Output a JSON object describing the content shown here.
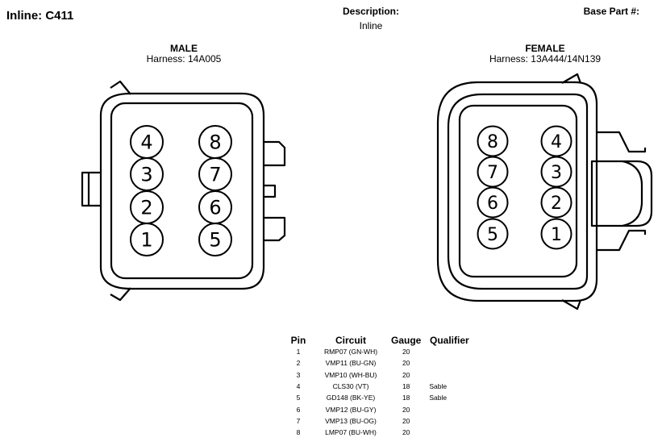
{
  "header": {
    "title": "Inline: C411",
    "description_label": "Description:",
    "description_value": "Inline",
    "base_part_label": "Base Part #:"
  },
  "male": {
    "title": "MALE",
    "harness": "Harness: 14A005",
    "pins_left": [
      "4",
      "3",
      "2",
      "1"
    ],
    "pins_right": [
      "8",
      "7",
      "6",
      "5"
    ]
  },
  "female": {
    "title": "FEMALE",
    "harness": "Harness: 13A444/14N139",
    "pins_left": [
      "8",
      "7",
      "6",
      "5"
    ],
    "pins_right": [
      "4",
      "3",
      "2",
      "1"
    ]
  },
  "table": {
    "headers": [
      "Pin",
      "Circuit",
      "Gauge",
      "Qualifier"
    ],
    "rows": [
      {
        "pin": "1",
        "circuit": "RMP07 (GN-WH)",
        "gauge": "20",
        "qualifier": ""
      },
      {
        "pin": "2",
        "circuit": "VMP11 (BU-GN)",
        "gauge": "20",
        "qualifier": ""
      },
      {
        "pin": "3",
        "circuit": "VMP10 (WH-BU)",
        "gauge": "20",
        "qualifier": ""
      },
      {
        "pin": "4",
        "circuit": "CLS30 (VT)",
        "gauge": "18",
        "qualifier": "Sable"
      },
      {
        "pin": "5",
        "circuit": "GD148 (BK-YE)",
        "gauge": "18",
        "qualifier": "Sable"
      },
      {
        "pin": "6",
        "circuit": "VMP12 (BU-GY)",
        "gauge": "20",
        "qualifier": ""
      },
      {
        "pin": "7",
        "circuit": "VMP13 (BU-OG)",
        "gauge": "20",
        "qualifier": ""
      },
      {
        "pin": "8",
        "circuit": "LMP07 (BU-WH)",
        "gauge": "20",
        "qualifier": ""
      }
    ]
  }
}
